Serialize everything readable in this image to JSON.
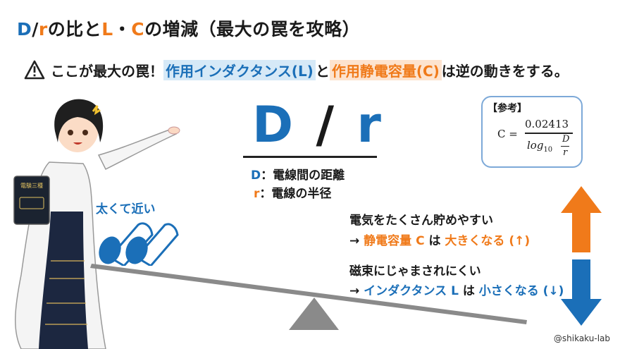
{
  "title": {
    "d": "D",
    "slash": "/",
    "r": "r",
    "no_hi": "の比と",
    "l": "L",
    "dot": "・",
    "c": "C",
    "rest": "の増減（最大の罠を攻略）"
  },
  "warning": {
    "icon": "warning-triangle-icon",
    "pre": "ここが最大の罠！",
    "inductance": "作用インダクタンス(L)",
    "to": "と",
    "capacitance": "作用静電容量(C)",
    "post": "は逆の動きをする。"
  },
  "ratio": "D / r",
  "definitions": {
    "d_key": "D",
    "d_text": "：電線間の距離",
    "r_key": "r",
    "r_text": "：電線の半径"
  },
  "reference": {
    "title": "【参考】",
    "lhs": "C =",
    "numerator": "0.02413",
    "log": "log",
    "log_base": "10",
    "inner_num": "D",
    "inner_den": "r"
  },
  "thick_label": "太くて近い",
  "capacitance_effect": {
    "line1": "電気をたくさん貯めやすい",
    "arrow": "→",
    "term": "静電容量 C",
    "ha": "は",
    "result": "大きくなる (↑)"
  },
  "inductance_effect": {
    "line1": "磁束にじゃまされにくい",
    "arrow": "→",
    "term": "インダクタンス L",
    "ha": "は",
    "result": "小さくなる (↓)"
  },
  "book_label": "電験三種",
  "credit": "@shikaku-lab",
  "colors": {
    "blue": "#1b6fb8",
    "orange": "#f07a1a",
    "beam": "#8a8a8a"
  }
}
